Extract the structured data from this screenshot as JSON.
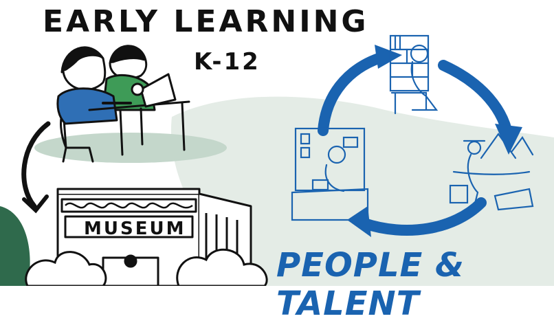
{
  "title": "EARLY LEARNING",
  "subtitle": "K-12",
  "museum_sign": "MUSEUM",
  "caption": "PEOPLE & TALENT",
  "colors": {
    "ink": "#111111",
    "accent_blue": "#1a63b0",
    "sage_green": "#dfe8e2",
    "shadow_green": "#b9cfc2",
    "dark_green": "#2f6a4c",
    "shirt_blue": "#2f6fb5",
    "shirt_green": "#3e9b57"
  }
}
